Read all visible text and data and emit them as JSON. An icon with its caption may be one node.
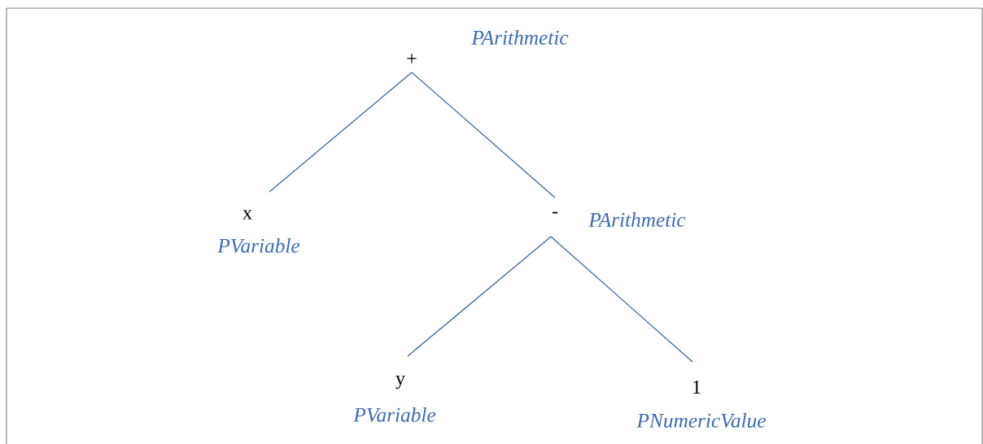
{
  "diagram": {
    "nodes": [
      {
        "text": [
          "+"
        ],
        "beside": [
          "PArithmetic"
        ]
      },
      {
        "text": [
          "x"
        ],
        "beside": [
          "PVariable"
        ]
      },
      {
        "text": [
          "-"
        ],
        "beside": [
          "PArithmetic"
        ]
      },
      {
        "text": [
          "y"
        ],
        "beside": [
          "PVariable"
        ]
      },
      {
        "text": [
          "1"
        ],
        "beside": [
          "PNumericValue"
        ]
      }
    ],
    "edges": [
      {
        "from": 0,
        "to": 1,
        "arrow": "none"
      },
      {
        "from": 0,
        "to": 2,
        "arrow": "none"
      },
      {
        "from": 2,
        "to": 3,
        "arrow": "none"
      },
      {
        "from": 2,
        "to": 4,
        "arrow": "none"
      }
    ]
  }
}
